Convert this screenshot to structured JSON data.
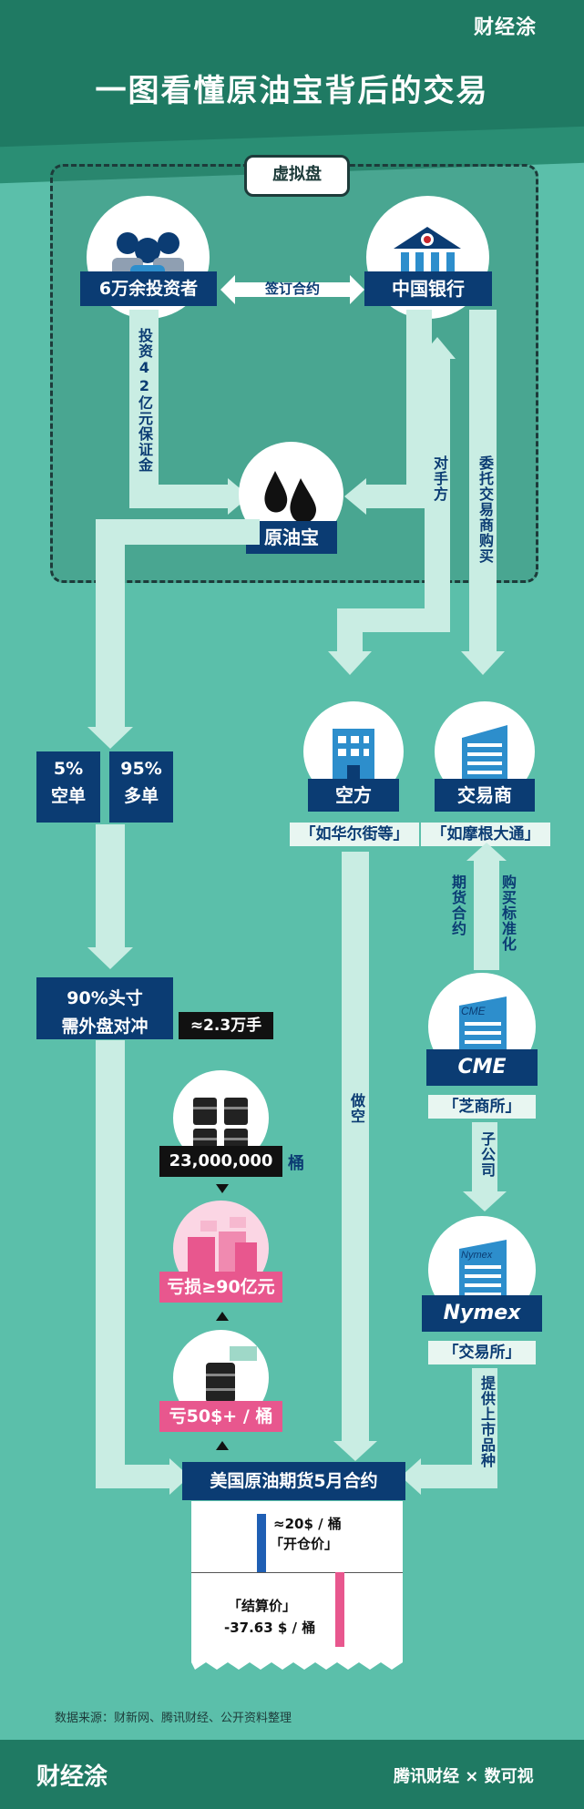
{
  "brand": "财经涂",
  "title": "一图看懂原油宝背后的交易",
  "virtual_label": "虚拟盘",
  "investors_label": "6万余投资者",
  "bank_label": "中国银行",
  "sign_label": "签订合约",
  "deposit_label": "投资42亿元保证金",
  "oil_treasure_label": "原油宝",
  "counterparty_label": "对手方",
  "entrust_label": "委托交易商购买",
  "short_label": "空方",
  "short_sub": "「如华尔街等」",
  "trader_label": "交易商",
  "trader_sub": "「如摩根大通」",
  "pct_short_num": "5%",
  "pct_short_text": "空单",
  "pct_long_num": "95%",
  "pct_long_text": "多单",
  "futures_contract_label": "期货合约",
  "buy_std_label": "购买标准化",
  "cme_label": "CME",
  "cme_sub": "「芝商所」",
  "subsidiary_label": "子公司",
  "nymex_label": "Nymex",
  "nymex_sub": "「交易所」",
  "provide_label": "提供上市品种",
  "hedge_line1": "90%头寸",
  "hedge_line2": "需外盘对冲",
  "lots_label": "≈2.3万手",
  "barrels_value": "23,000,000",
  "barrels_unit": "桶",
  "loss_total": "亏损≥90亿元",
  "loss_per_barrel": "亏50$+ / 桶",
  "short_sell_label": "做空",
  "contract_label": "美国原油期货5月合约",
  "open_price": "≈20$ / 桶",
  "open_label": "「开仓价」",
  "settle_label": "「结算价」",
  "settle_price": "-37.63 $ / 桶",
  "source_note": "数据来源：财新网、腾讯财经、公开资料整理",
  "footer_left": "财经涂",
  "footer_right": "腾讯财经 × 数可视",
  "colors": {
    "teal_bg": "#5bbfaa",
    "dark_teal": "#1f7a63",
    "navy": "#0b3c73",
    "pink": "#e8578e",
    "pale_arrow": "#c9ede3"
  }
}
